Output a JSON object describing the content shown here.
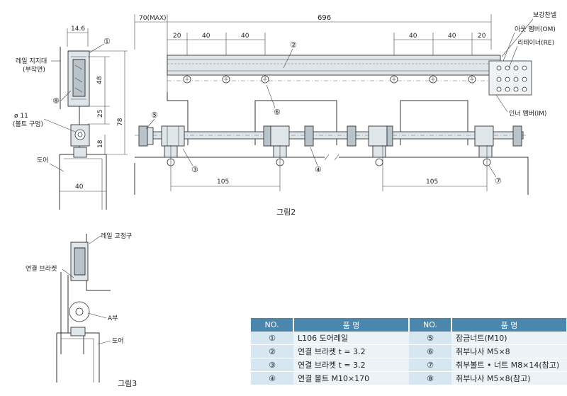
{
  "fig2": {
    "caption": "그림2",
    "dims": {
      "overall": "696",
      "max": "70(MAX)",
      "top_left": [
        "20",
        "40",
        "40"
      ],
      "top_right": [
        "40",
        "40",
        "20"
      ],
      "pitch_left": "105",
      "pitch_right": "105"
    },
    "labels": {
      "reinforce": "보강찬넬",
      "outer": "아웃 멤버(OM)",
      "retainer": "리테이너(RE)",
      "inner": "인너 멤버(IM)"
    },
    "numbers": [
      "①",
      "②",
      "③",
      "④",
      "⑤",
      "⑥",
      "⑦",
      "⑧"
    ]
  },
  "fig_side": {
    "dims": {
      "width_top": "14.6",
      "h48": "48",
      "h25": "25",
      "h78": "78",
      "h18": "18",
      "w40": "40"
    },
    "labels": {
      "rail_support": "레일 지지대",
      "mount_face": "(부착면)",
      "bolt_dia": "ø 11",
      "bolt_hole": "(볼트 구멍)",
      "door": "도어"
    }
  },
  "fig3": {
    "caption": "그림3",
    "labels": {
      "rail_fixture": "레일 고정구",
      "bracket": "연결 브라켓",
      "part_a": "A부",
      "door": "도어"
    }
  },
  "parts_table": {
    "headers": [
      "NO.",
      "품  명",
      "NO.",
      "품  명"
    ],
    "rows": [
      {
        "no1": "①",
        "name1": "L106 도어레일",
        "no2": "⑤",
        "name2": "잠금너트(M10)"
      },
      {
        "no1": "②",
        "name1": "연결 브라켓 t = 3.2",
        "no2": "⑥",
        "name2": "취부나사 M5×8"
      },
      {
        "no1": "③",
        "name1": "연결 브라켓 t = 3.2",
        "no2": "⑦",
        "name2": "취부볼트 • 너트 M8×14(참고)"
      },
      {
        "no1": "④",
        "name1": "연결 볼트 M10×170",
        "no2": "⑧",
        "name2": "취부나사 M5×8(참고)"
      }
    ]
  }
}
